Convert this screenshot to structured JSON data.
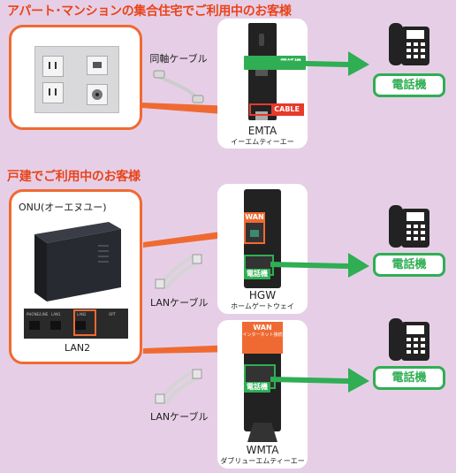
{
  "section1": {
    "heading": "アパート･マンションの集合住宅でご利用中のお客様",
    "coax_cable_label": "同軸ケーブル",
    "emta_port_phone": "電話機",
    "emta_port_cable": "CABLE",
    "emta_name": "EMTA",
    "emta_reading": "イーエムティーエー",
    "phone_label": "電話機"
  },
  "section2": {
    "heading": "戸建でご利用中のお客様",
    "onu_label": "ONU(オーエヌユー)",
    "onu_ports": [
      "PHONE/LINE",
      "LAN1",
      "LAN2",
      "OPT"
    ],
    "lan2_label": "LAN2",
    "lan_cable_label_1": "LANケーブル",
    "lan_cable_label_2": "LANケーブル",
    "hgw_wan": "WAN",
    "hgw_phone_port": "電話機",
    "hgw_name": "HGW",
    "hgw_reading": "ホームゲートウェイ",
    "wmta_wan": "WAN",
    "wmta_wan_sub": "インターネット接続",
    "wmta_phone_port": "電話機",
    "wmta_name": "WMTA",
    "wmta_reading": "ダブリューエムティーエー",
    "phone_label_1": "電話機",
    "phone_label_2": "電話機"
  },
  "colors": {
    "background": "#e6cfe6",
    "heading": "#e8431a",
    "orange_arrow": "#ef6a32",
    "green_arrow": "#2fae54",
    "cable_tag": "#e63a2c"
  }
}
